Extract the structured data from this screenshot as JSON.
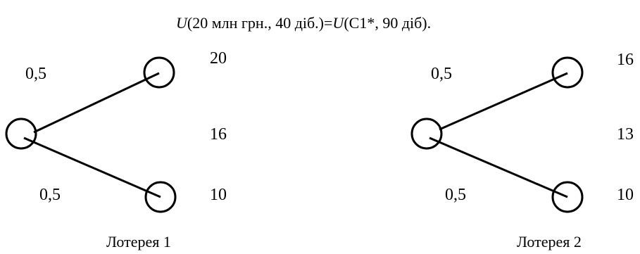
{
  "formula": {
    "u1": "U",
    "args1": "(20 млн грн., 40 діб.)=",
    "u2": "U",
    "args2": "(C1*, 90 діб)."
  },
  "lotteries": [
    {
      "caption": "Лотерея 1",
      "upper_prob": "0,5",
      "lower_prob": "0,5",
      "upper_value": "20",
      "middle_value": "16",
      "lower_value": "10"
    },
    {
      "caption": "Лотерея 2",
      "upper_prob": "0,5",
      "lower_prob": "0,5",
      "upper_value": "16",
      "middle_value": "13",
      "lower_value": "10"
    }
  ]
}
